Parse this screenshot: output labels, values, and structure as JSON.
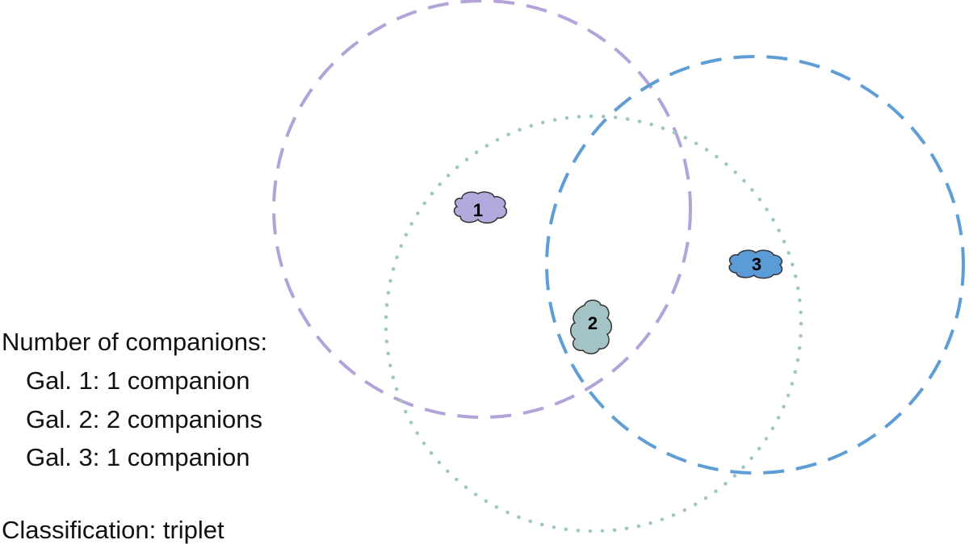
{
  "diagram": {
    "galaxies": [
      {
        "label": "1",
        "color": "#b3a9dc",
        "ring_style": "dashed",
        "ring_color": "#b3a3d8"
      },
      {
        "label": "2",
        "color": "#a3c3c6",
        "ring_style": "dotted",
        "ring_color": "#9fc6c6"
      },
      {
        "label": "3",
        "color": "#5b9bd8",
        "ring_style": "dashed",
        "ring_color": "#5e9dd6"
      }
    ]
  },
  "legend": {
    "heading": "Number of companions:",
    "rows": [
      "Gal. 1: 1 companion",
      "Gal. 2: 2 companions",
      "Gal. 3: 1 companion"
    ],
    "classification": "Classification: triplet"
  }
}
